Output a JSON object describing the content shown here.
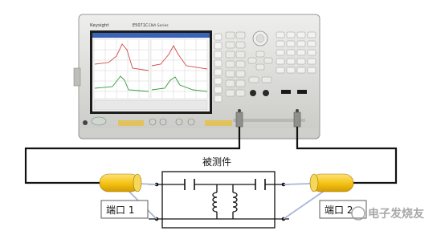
{
  "instrument": {
    "brand": "Keysight",
    "model": "E5071C",
    "model_suffix": "ENA Series",
    "body_color": "#d9d9d6",
    "screen_bg": "#ffffff"
  },
  "labels": {
    "dut": "被测件",
    "port1": "端口 1",
    "port2": "端口 2"
  },
  "watermark": {
    "text": "电子发烧友"
  },
  "colors": {
    "cable": "#111111",
    "connector_yellow": "#f5c518",
    "connector_link": "#a9b7d6"
  }
}
